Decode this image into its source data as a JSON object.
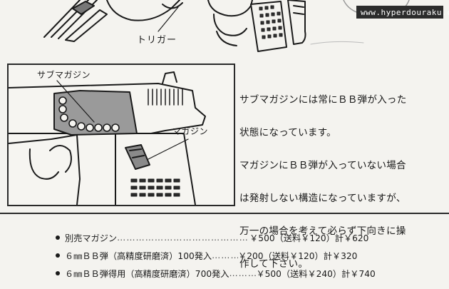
{
  "top_illustration": {
    "trigger_label": "トリガー",
    "watermark": "www.hyperdouraku.com"
  },
  "diagram": {
    "sub_magazine_label": "サブマガジン",
    "magazine_label": "マガジン"
  },
  "description_lines": [
    "サブマガジンには常にＢＢ弾が入った",
    "状態になっています。",
    "マガジンにＢＢ弾が入っていない場合",
    "は発射しない構造になっていますが、",
    "万一の場合を考えて必らず下向きに操",
    "作して下さい。"
  ],
  "price_list": [
    {
      "item": "別売マガジン",
      "price": "￥500（送料￥120）計￥620"
    },
    {
      "item": "６㎜ＢＢ弾（高精度研磨済）100発入",
      "price": "￥200（送料￥120）計￥320"
    },
    {
      "item": "６㎜ＢＢ弾得用（高精度研磨済）700発入",
      "price": "￥500（送料￥240）計￥740"
    }
  ],
  "colors": {
    "ink": "#1a1a1a",
    "paper": "#f4f3ef",
    "watermark_bg": "#2c2c2c"
  }
}
